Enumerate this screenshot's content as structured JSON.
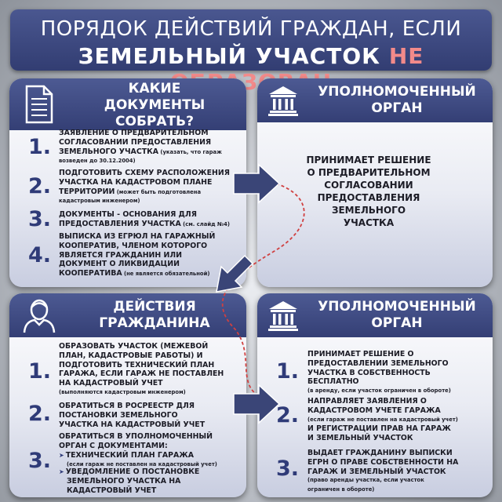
{
  "title": {
    "line1": "ПОРЯДОК ДЕЙСТВИЙ ГРАЖДАН, ЕСЛИ",
    "line2_white": "ЗЕМЕЛЬНЫЙ УЧАСТОК ",
    "line2_red": "НЕ ОБРАЗОВАН"
  },
  "docs_card": {
    "heading_lines": [
      "КАКИЕ",
      "ДОКУМЕНТЫ",
      "СОБРАТЬ?"
    ],
    "items": [
      {
        "number": "1.",
        "lines": [
          "ЗАЯВЛЕНИЕ О ПРЕДВАРИТЕЛЬНОМ",
          "СОГЛАСОВАНИИ ПРЕДОСТАВЛЕНИЯ"
        ],
        "last_line": "ЗЕМЕЛЬНОГО УЧАСТКА",
        "note": " (указать, что гараж",
        "note2": "возведен до 30.12.2004)"
      },
      {
        "number": "2.",
        "lines": [
          "ПОДГОТОВИТЬ СХЕМУ РАСПОЛОЖЕНИЯ",
          "УЧАСТКА НА КАДАСТРОВОМ ПЛАНЕ"
        ],
        "last_line": "ТЕРРИТОРИИ",
        "note": " (может быть подготовлена",
        "note2": "кадастровым инженером)"
      },
      {
        "number": "3.",
        "lines": [
          "ДОКУМЕНТЫ - ОСНОВАНИЯ ДЛЯ"
        ],
        "last_line": "ПРЕДОСТАВЛЕНИЯ УЧАСТКА",
        "note": " (см. слайд №4)",
        "note2": ""
      },
      {
        "number": "4.",
        "lines": [
          "ВЫПИСКА ИЗ ЕГРЮЛ НА ГАРАЖНЫЙ",
          "КООПЕРАТИВ, ЧЛЕНОМ КОТОРОГО",
          "ЯВЛЯЕТСЯ ГРАЖДАНИН ИЛИ",
          "ДОКУМЕНТ О ЛИКВИДАЦИИ"
        ],
        "last_line": "КООПЕРАТИВА",
        "note": " (не является обязательной)",
        "note2": ""
      }
    ]
  },
  "authority_top": {
    "heading_lines": [
      "УПОЛНОМОЧЕННЫЙ",
      "ОРГАН"
    ],
    "body_lines": [
      "ПРИНИМАЕТ РЕШЕНИЕ",
      "О ПРЕДВАРИТЕЛЬНОМ",
      "СОГЛАСОВАНИИ",
      "ПРЕДОСТАВЛЕНИЯ",
      "ЗЕМЕЛЬНОГО",
      "УЧАСТКА"
    ]
  },
  "citizen_card": {
    "heading_lines": [
      "ДЕЙСТВИЯ",
      "ГРАЖДАНИНА"
    ],
    "items": [
      {
        "number": "1.",
        "lines": [
          "ОБРАЗОВАТЬ УЧАСТОК (МЕЖЕВОЙ",
          "ПЛАН, КАДАСТРОВЫЕ РАБОТЫ) И",
          "ПОДГОТОВИТЬ ТЕХНИЧЕСКИЙ ПЛАН",
          "ГАРАЖА, ЕСЛИ ГАРАЖ НЕ ПОСТАВЛЕН",
          "НА КАДАСТРОВЫЙ УЧЕТ"
        ],
        "note": "(выполняются кадастровым инженером)"
      },
      {
        "number": "2.",
        "lines": [
          "ОБРАТИТЬСЯ В РОСРЕЕСТР ДЛЯ",
          "ПОСТАНОВКИ ЗЕМЕЛЬНОГО",
          "УЧАСТКА НА КАДАСТРОВЫЙ УЧЕТ"
        ],
        "note": ""
      },
      {
        "number": "3.",
        "lines": [
          "ОБРАТИТЬСЯ В УПОЛНОМОЧЕННЫЙ",
          "ОРГАН С ДОКУМЕНТАМИ:"
        ],
        "note": ""
      }
    ],
    "subitems": [
      {
        "lines": [
          "ТЕХНИЧЕСКИЙ ПЛАН ГАРАЖА"
        ],
        "note": "(если гараж не поставлен на кадастровый учет)"
      },
      {
        "lines": [
          "УВЕДОМЛЕНИЕ О ПОСТАНОВКЕ",
          "ЗЕМЕЛЬНОГО УЧАСТКА НА",
          "КАДАСТРОВЫЙ УЧЕТ"
        ],
        "note": ""
      }
    ]
  },
  "authority_bottom": {
    "heading_lines": [
      "УПОЛНОМОЧЕННЫЙ",
      "ОРГАН"
    ],
    "items": [
      {
        "number": "1.",
        "lines": [
          "ПРИНИМАЕТ РЕШЕНИЕ О",
          "ПРЕДОСТАВЛЕНИИ ЗЕМЕЛЬНОГО",
          "УЧАСТКА В СОБСТВЕННОСТЬ",
          "БЕСПЛАТНО"
        ],
        "note": "(в аренду, если участок ограничен в обороте)"
      },
      {
        "number": "2.",
        "lines": [
          "НАПРАВЛЯЕТ ЗАЯВЛЕНИЯ О",
          "КАДАСТРОВОМ УЧЕТЕ ГАРАЖА"
        ],
        "note": "(если гараж не поставлен на кадастровый учет)",
        "after_lines": [
          "И РЕГИСТРАЦИИ ПРАВ НА ГАРАЖ",
          "И ЗЕМЕЛЬНЫЙ УЧАСТОК"
        ]
      },
      {
        "number": "3.",
        "lines": [
          "ВЫДАЕТ ГРАЖДАНИНУ ВЫПИСКИ",
          "ЕГРН О ПРАВЕ СОБСТВЕННОСТИ НА",
          "ГАРАЖ И ЗЕМЕЛЬНЫЙ УЧАСТОК"
        ],
        "note": "(право аренды участка, если участок",
        "note2": "ограничен в обороте)"
      }
    ]
  }
}
